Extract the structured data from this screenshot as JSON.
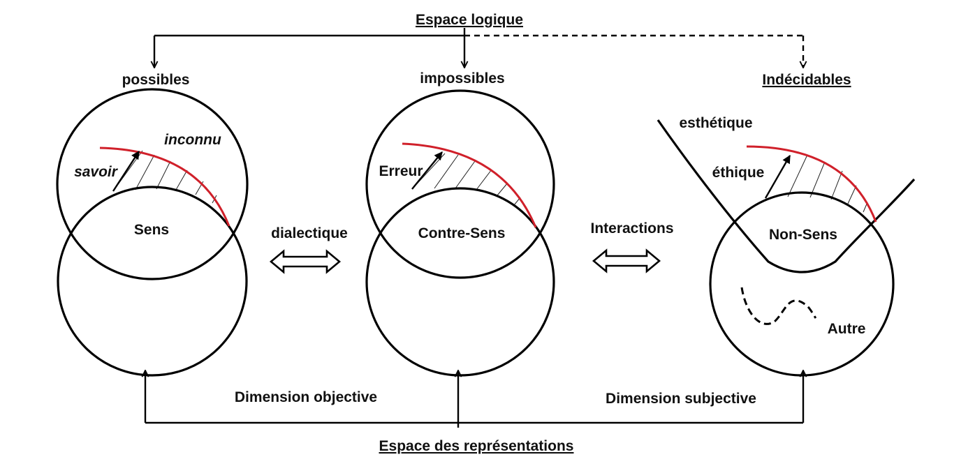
{
  "top_heading": "Espace logique",
  "bottom_heading": "Espace des représentations",
  "columns": {
    "possibles": {
      "heading": "possibles",
      "center": "Sens",
      "label_1": "savoir",
      "label_2": "inconnu"
    },
    "impossibles": {
      "heading": "impossibles",
      "center": "Contre-Sens",
      "label_1": "Erreur"
    },
    "indecidables": {
      "heading": "Indécidables",
      "center": "Non-Sens",
      "label_1": "esthétique",
      "label_2": "éthique",
      "label_3": "Autre"
    }
  },
  "links": {
    "left": "dialectique",
    "right": "Interactions"
  },
  "dimensions": {
    "objective": "Dimension objective",
    "subjective": "Dimension subjective"
  },
  "colors": {
    "boundary": "#d0202a",
    "line": "#000000"
  }
}
